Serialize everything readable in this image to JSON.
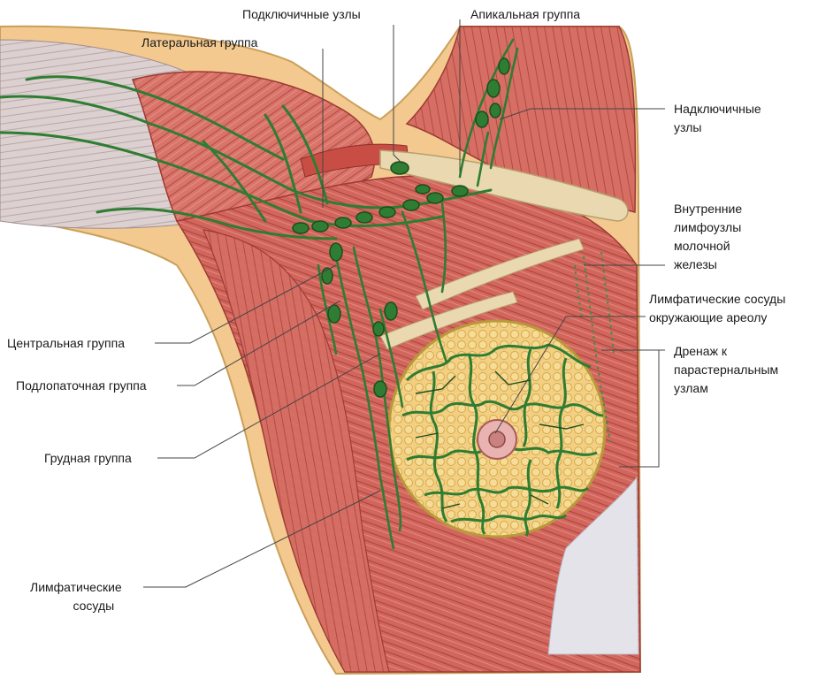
{
  "labels": {
    "subclavian_nodes": "Подключичные узлы",
    "apical_group": "Апикальная группа",
    "lateral_group": "Латеральная группа",
    "supraclavicular_nodes": [
      "Надключичные",
      "узлы"
    ],
    "internal_nodes": [
      "Внутренние",
      "лимфоузлы",
      "молочной",
      "железы"
    ],
    "areola_vessels": [
      "Лимфатические сосуды",
      "окружающие ареолу"
    ],
    "parasternal_drainage": [
      "Дренаж к",
      "парастернальным",
      "узлам"
    ],
    "central_group": "Центральная группа",
    "subscapular_group": "Подлопаточная группа",
    "pectoral_group": "Грудная группа",
    "lymph_vessels": [
      "Лимфатические",
      "сосуды"
    ]
  },
  "colors": {
    "muscle": "#d9746a",
    "muscle_dark": "#b5483f",
    "fiber": "#8f2f2a",
    "fat": "#f0d572",
    "fat_edge": "#b89a3a",
    "lymph": "#2e7d32",
    "lymph_dark": "#1b4d1e",
    "bone": "#ead9b0",
    "skin_band": "#f1c7a2",
    "leader": "#444444"
  }
}
